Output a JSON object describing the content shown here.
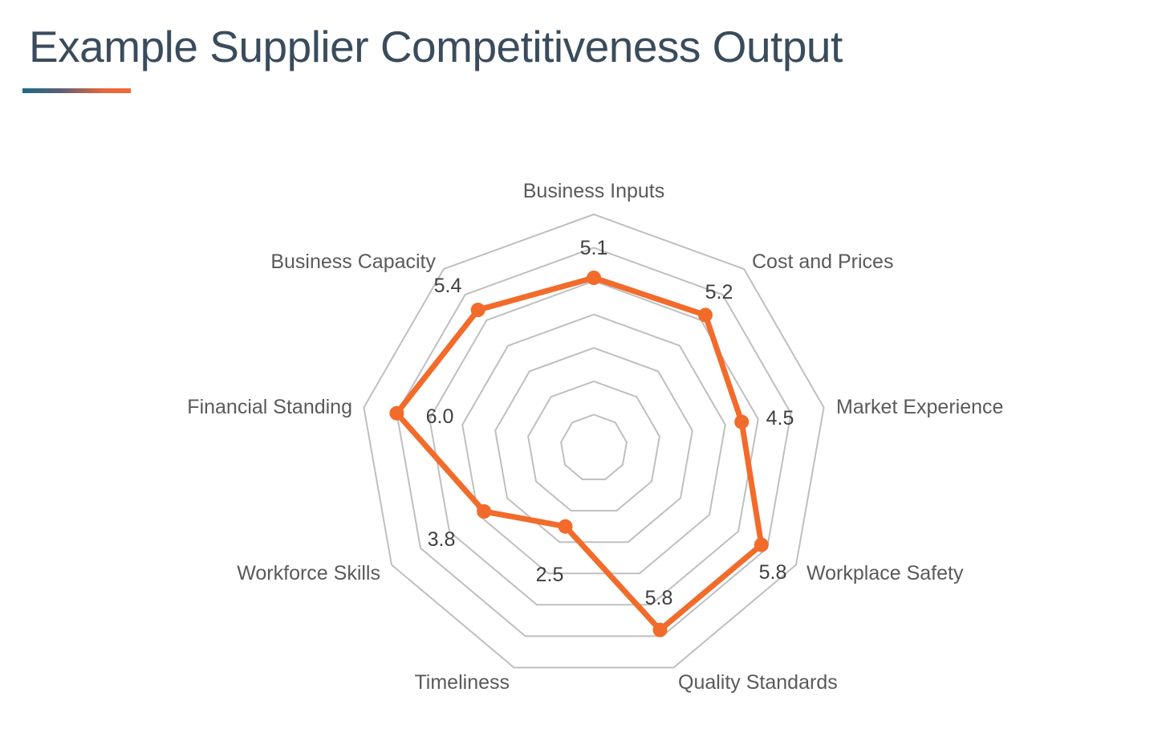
{
  "slide": {
    "title": "Example Supplier Competitiveness Output"
  },
  "colors": {
    "title": "#3a4c5c",
    "series": "#f26b2a",
    "grid": "#bfbfbf",
    "axis_label": "#5a5a5a",
    "value_label": "#404040"
  },
  "chart_data": {
    "type": "radar",
    "title": "",
    "categories": [
      "Business Inputs",
      "Cost and Prices",
      "Market Experience",
      "Workplace Safety",
      "Quality Standards",
      "Timeliness",
      "Workforce Skills",
      "Financial Standing",
      "Business Capacity"
    ],
    "series": [
      {
        "values": [
          5.1,
          5.2,
          4.5,
          5.8,
          5.8,
          2.5,
          3.8,
          6.0,
          5.4
        ],
        "value_labels": [
          "5.1",
          "5.2",
          "4.5",
          "5.8",
          "5.8",
          "2.5",
          "3.8",
          "6.0",
          "5.4"
        ]
      }
    ],
    "rlim": [
      0,
      7
    ],
    "rings": 7,
    "grid": true,
    "legend": "none"
  }
}
